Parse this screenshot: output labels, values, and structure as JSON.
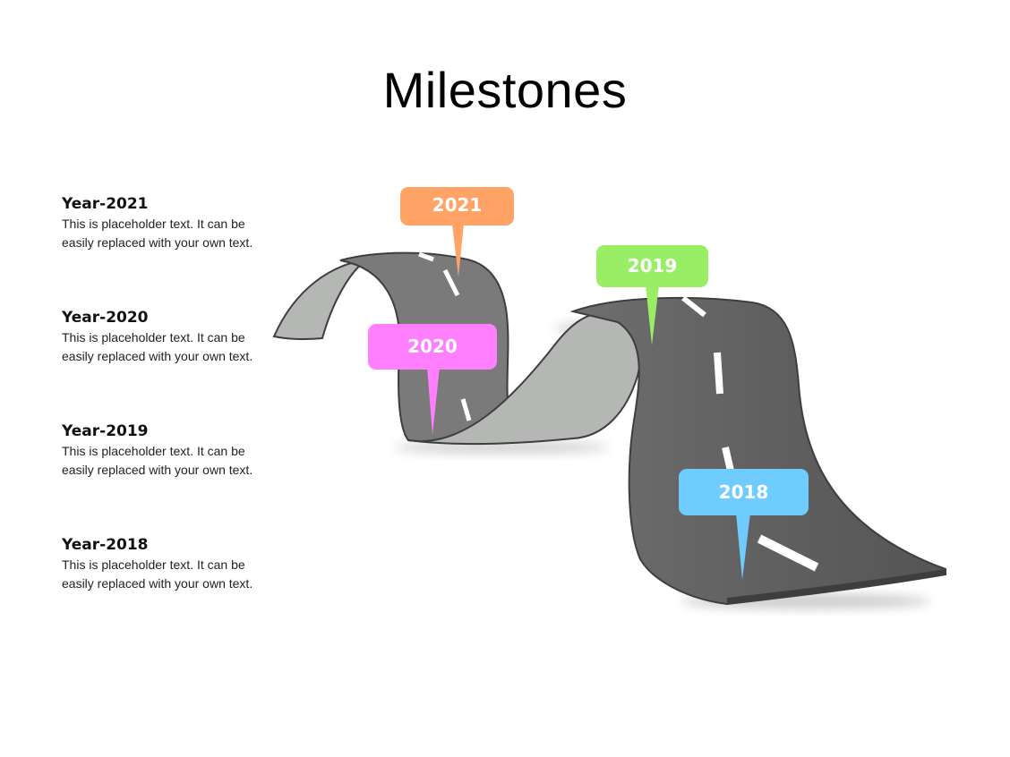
{
  "slide": {
    "title": "Milestones",
    "entries": [
      {
        "heading": "Year-2021",
        "text": "This is placeholder  text. It can be easily replaced with your own text."
      },
      {
        "heading": "Year-2020",
        "text": "This is placeholder  text. It can be easily replaced with your own text."
      },
      {
        "heading": "Year-2019",
        "text": "This is placeholder  text. It can be easily replaced with your own text."
      },
      {
        "heading": "Year-2018",
        "text": "This is placeholder  text. It can be easily replaced with your own text."
      }
    ],
    "pins": [
      {
        "label": "2021",
        "color": "#FFA366"
      },
      {
        "label": "2020",
        "color": "#FF7FFF"
      },
      {
        "label": "2019",
        "color": "#99EE66"
      },
      {
        "label": "2018",
        "color": "#70CCFF"
      }
    ],
    "road_colors": {
      "surface": "#666666",
      "underside": "#B5B7B5",
      "edge": "#3E3E3E",
      "stripe": "#FFFFFF"
    }
  }
}
